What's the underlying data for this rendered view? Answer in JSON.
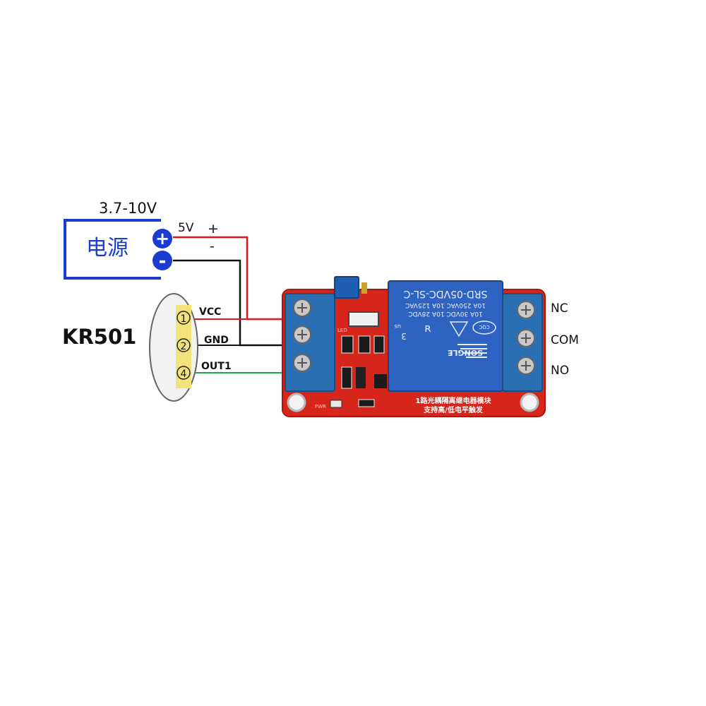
{
  "power_supply": {
    "voltage_label": "3.7-10V",
    "name_label": "电源",
    "plus_terminal": "+",
    "minus_terminal": "-",
    "output_label": "5V",
    "plus_sign": "+",
    "minus_sign": "-"
  },
  "sensor": {
    "name": "KR501",
    "pins": [
      {
        "number": "1",
        "label": "VCC"
      },
      {
        "number": "2",
        "label": "GND"
      },
      {
        "number": "4",
        "label": "OUT1"
      }
    ]
  },
  "relay_board": {
    "relay_model": "SRD-05VDC-SL-C",
    "rating_lines": [
      "10A 250VAC  10A 125VAC",
      "10A 30VDC  10A 28VDC"
    ],
    "relay_brand": "SONGLE",
    "cqc_mark": "CQC",
    "us_mark": "us",
    "relay_number": "3",
    "board_text_line1": "1路光耦隔离继电器模块",
    "board_text_line2": "支持高/低电平触发",
    "pwr_label": "PWR",
    "led_label": "LED"
  },
  "outputs": [
    {
      "label": "NC"
    },
    {
      "label": "COM"
    },
    {
      "label": "NO"
    }
  ],
  "colors": {
    "vcc_wire": "#e8141b",
    "gnd_wire": "#111111",
    "signal_wire": "#1fa84a",
    "supply_border": "#1a3ccf",
    "supply_text": "#1a3ccf",
    "board_red": "#d6261c",
    "relay_blue": "#2f63c2",
    "terminal_blue": "#2a6fb1",
    "sensor_pad": "#f2e27a"
  }
}
